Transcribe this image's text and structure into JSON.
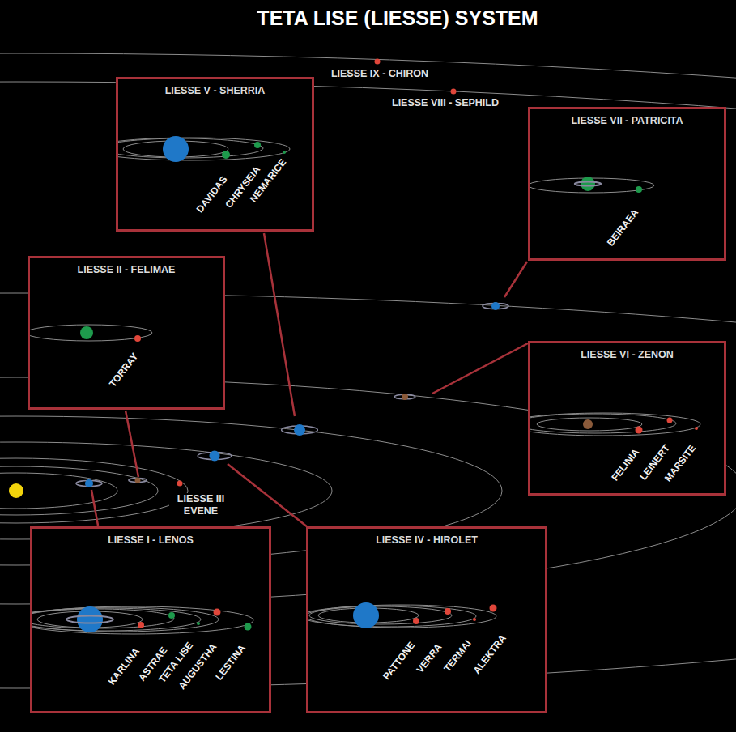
{
  "diagram": {
    "title": "TETA LISE (LIESSE) SYSTEM",
    "nodes": [
      {
        "text": [
          "LIESSE V - SHERRIA",
          "DAVIDAS",
          "CHRYSEIA",
          "NEMARICE"
        ]
      },
      {
        "text": [
          "LIESSE VII - PATRICITA",
          "BEIRAEA"
        ]
      },
      {
        "text": [
          "LIESSE II - FELIMAE",
          "TORRAY"
        ]
      },
      {
        "text": [
          "LIESSE VI - ZENON",
          "FELINIA",
          "LEINERT",
          "MARSITE"
        ]
      },
      {
        "text": [
          "LIESSE I - LENOS",
          "KARLINA",
          "ASTRAE",
          "TETA LISE",
          "AUGUSTHA",
          "LESTINA"
        ]
      },
      {
        "text": [
          "LIESSE IV - HIROLET",
          "PATTONE",
          "VERRA",
          "TERMAI",
          "ALEKTRA"
        ]
      }
    ],
    "labels": [
      "LIESSE IX - CHIRON",
      "LIESSE VIII - SEPHILD",
      "LIESSE III EVENE"
    ]
  }
}
